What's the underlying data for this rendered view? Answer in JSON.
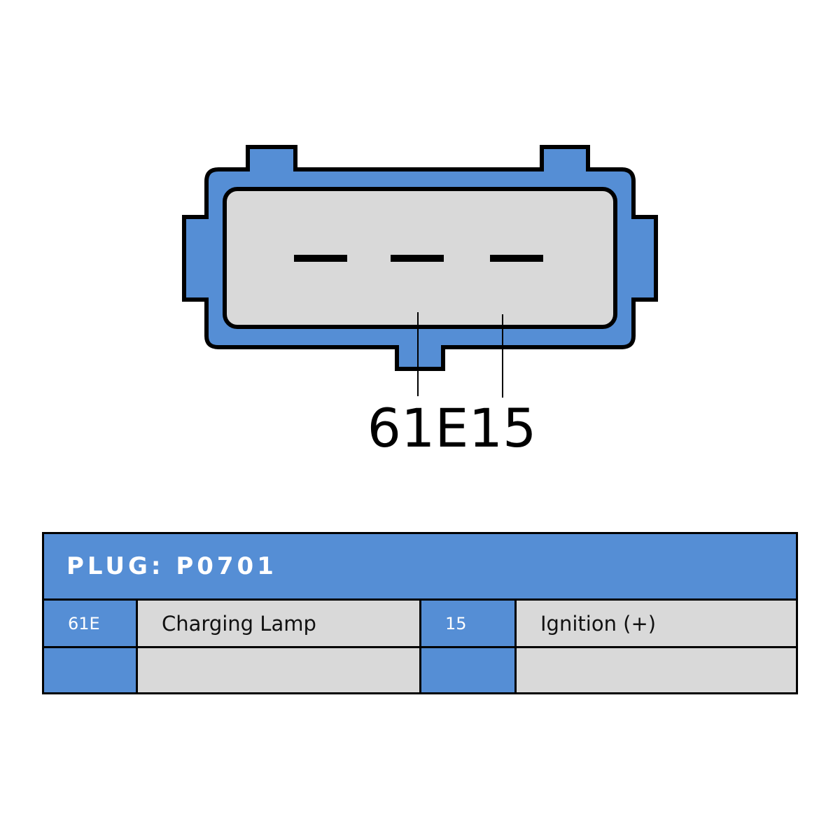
{
  "colors": {
    "connector_blue": "#558ed5",
    "connector_face": "#d9d9d9",
    "outline": "#000000",
    "table_header_bg": "#558ed5",
    "pin_cell_bg": "#558ed5",
    "desc_cell_bg": "#d9d9d9"
  },
  "connector": {
    "pin_labels": [
      "61E",
      "15"
    ]
  },
  "table": {
    "header": "PLUG: P0701",
    "rows": [
      [
        {
          "pin": "61E",
          "function": "Charging Lamp"
        },
        {
          "pin": "15",
          "function": "Ignition (+)"
        }
      ],
      [
        {
          "pin": "",
          "function": ""
        },
        {
          "pin": "",
          "function": ""
        }
      ]
    ]
  }
}
